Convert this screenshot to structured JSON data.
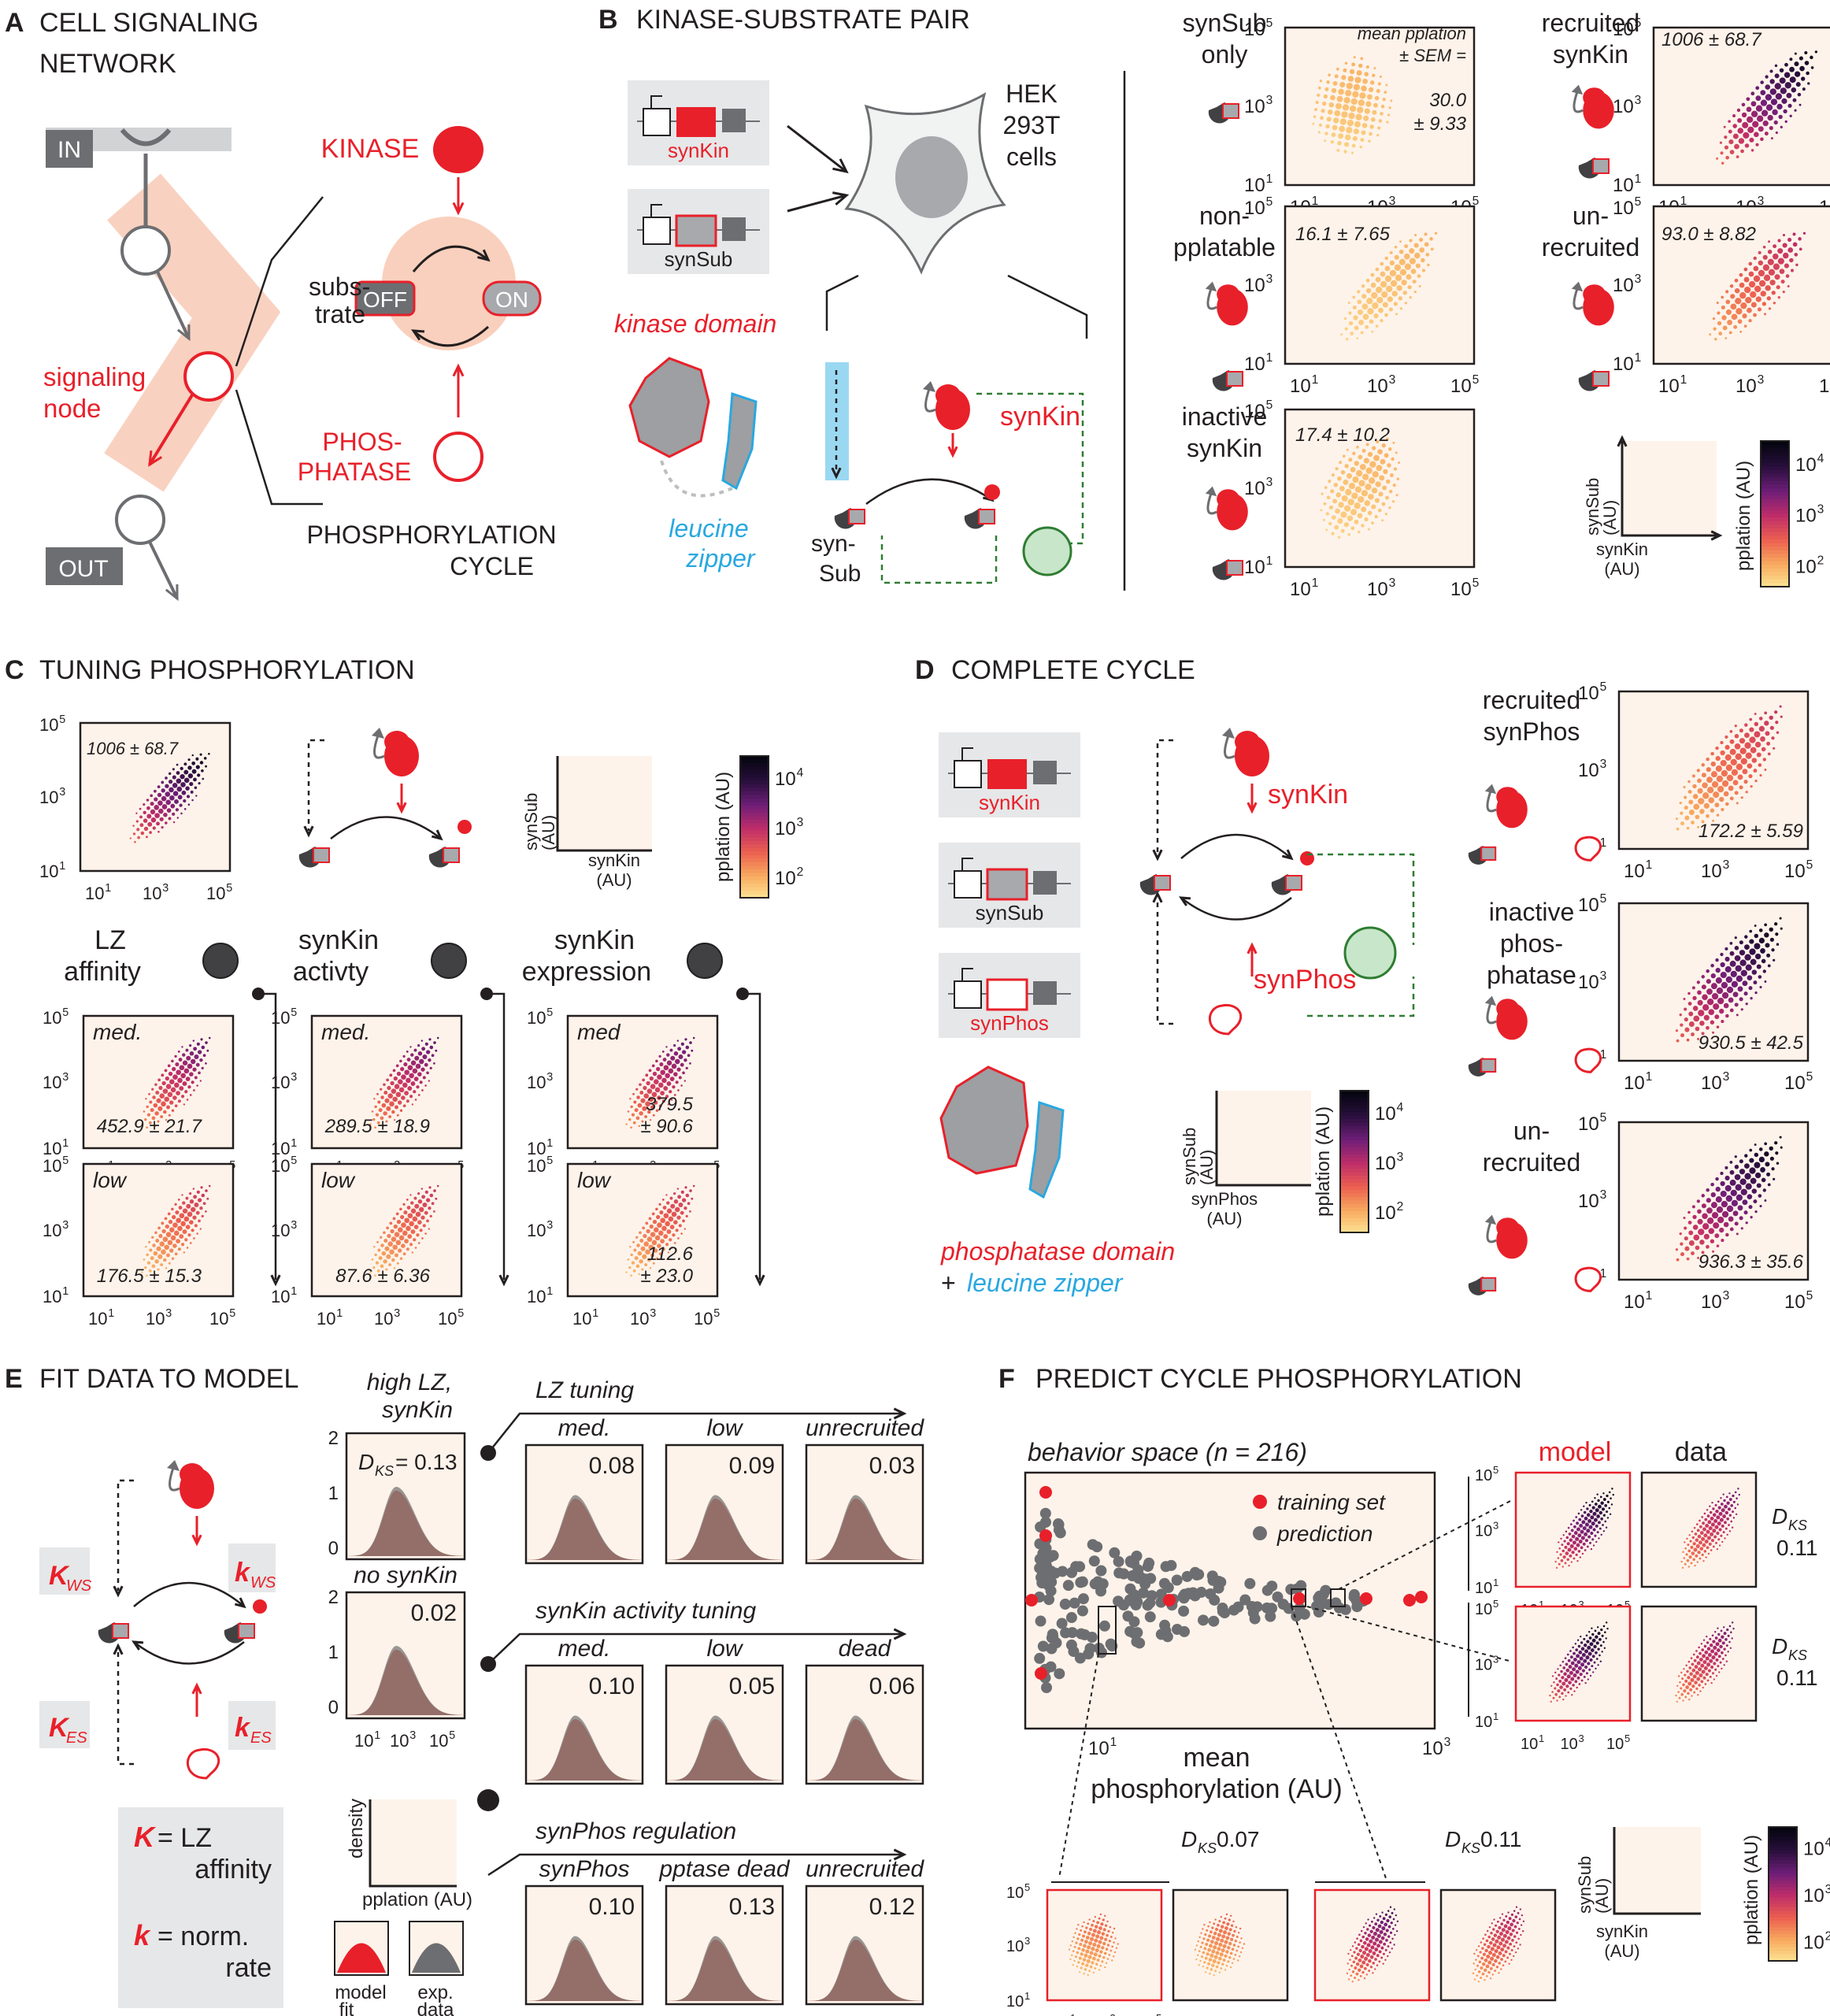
{
  "colors": {
    "red": "#e8202a",
    "gray": "#6d6e71",
    "dark": "#414042",
    "blue": "#29a8e0",
    "green": "#2e7d32",
    "panel": "#fdf3ea",
    "salmon": "#f9d5c3"
  },
  "colorbar": {
    "label": "pplation (AU)",
    "ticks": [
      "10",
      "10",
      "10"
    ],
    "tick_exp": [
      "4",
      "3",
      "2"
    ]
  },
  "axes_common": {
    "tick_base": "10",
    "tick_exp_lo": "1",
    "tick_exp_mid": "3",
    "tick_exp_hi": "5"
  },
  "A": {
    "letter": "A",
    "title1": "CELL SIGNALING",
    "title2": "NETWORK",
    "in": "IN",
    "out": "OUT",
    "node1": "signaling",
    "node2": "node",
    "kinase": "KINASE",
    "sub1": "subs-",
    "sub2": "trate",
    "off": "OFF",
    "on": "ON",
    "phos1": "PHOS-",
    "phos2": "PHATASE",
    "cyc1": "PHOSPHORYLATION",
    "cyc2": "CYCLE"
  },
  "B": {
    "letter": "B",
    "title": "KINASE-SUBSTRATE PAIR",
    "synkin": "synKin",
    "synsub": "synSub",
    "cells1": "HEK",
    "cells2": "293T",
    "cells3": "cells",
    "kinase_domain": "kinase domain",
    "lz1": "leucine",
    "lz2": "zipper",
    "synkin_lbl": "synKin",
    "syn1": "syn-",
    "syn2": "Sub",
    "plots": [
      {
        "label1": "synSub",
        "label2": "only",
        "stat": "30.0",
        "stat2": "± 9.33",
        "note1": "mean pplation",
        "note2": "± SEM ="
      },
      {
        "label1": "recruited",
        "label2": "synKin",
        "stat": "1006 ± 68.7"
      },
      {
        "label1": "non-",
        "label2": "pplatable",
        "stat": "16.1 ± 7.65"
      },
      {
        "label1": "un-",
        "label2": "recruited",
        "stat": "93.0 ± 8.82"
      },
      {
        "label1": "inactive",
        "label2": "synKin",
        "stat": "17.4 ± 10.2"
      }
    ],
    "key_y": "synSub",
    "key_y2": "(AU)",
    "key_x": "synKin",
    "key_x2": "(AU)"
  },
  "C": {
    "letter": "C",
    "title": "TUNING PHOSPHORYLATION",
    "top_stat": "1006 ± 68.7",
    "key_y": "synSub",
    "key_y2": "(AU)",
    "key_x": "synKin",
    "key_x2": "(AU)",
    "cols": [
      {
        "h1": "LZ",
        "h2": "affinity",
        "p1": "med.",
        "s1": "452.9 ± 21.7",
        "p2": "low",
        "s2": "176.5 ± 15.3"
      },
      {
        "h1": "synKin",
        "h2": "activty",
        "p1": "med.",
        "s1": "289.5 ± 18.9",
        "p2": "low",
        "s2": "87.6 ± 6.36"
      },
      {
        "h1": "synKin",
        "h2": "expression",
        "p1": "med",
        "s1": "379.5",
        "s1b": "± 90.6",
        "p2": "low",
        "s2": "112.6",
        "s2b": "± 23.0"
      }
    ]
  },
  "D": {
    "letter": "D",
    "title": "COMPLETE CYCLE",
    "synkin": "synKin",
    "synsub": "synSub",
    "synphos": "synPhos",
    "synkin_lbl": "synKin",
    "synphos_lbl": "synPhos",
    "pd1": "phosphatase domain",
    "pd2": "+ ",
    "pd3": "leucine zipper",
    "key_y": "synSub",
    "key_y2": "(AU)",
    "key_x": "synPhos",
    "key_x2": "(AU)",
    "plots": [
      {
        "l1": "recruited",
        "l2": "synPhos",
        "l3": "",
        "stat": "172.2 ± 5.59"
      },
      {
        "l1": "inactive",
        "l2": "phos-",
        "l3": "phatase",
        "stat": "930.5 ± 42.5"
      },
      {
        "l1": "un-",
        "l2": "recruited",
        "l3": "",
        "stat": "936.3 ± 35.6"
      }
    ]
  },
  "E": {
    "letter": "E",
    "title": "FIT DATA TO MODEL",
    "kws": "K",
    "kws_sub": "WS",
    "kes": "K",
    "kes_sub": "ES",
    "kt": "k",
    "kt_ws": "WS",
    "kt_es": "ES",
    "leg1": "= LZ",
    "leg2": "affinity",
    "leg3": "= norm.",
    "leg4": "rate",
    "hi1": "high LZ,",
    "hi2": "synKin",
    "dks": "D",
    "dks_sub": "KS",
    "dks_val": "= 0.13",
    "no": "no synKin",
    "no_val": "0.02",
    "ylab": "density",
    "xlab": "pplation (AU)",
    "fit1": "model",
    "fit2": "fit",
    "exp1": "exp.",
    "exp2": "data",
    "y_ticks": [
      "2",
      "1",
      "0"
    ],
    "groups": [
      {
        "title": "LZ tuning",
        "items": [
          {
            "n": "med.",
            "v": "0.08"
          },
          {
            "n": "low",
            "v": "0.09"
          },
          {
            "n": "unrecruited",
            "v": "0.03"
          }
        ]
      },
      {
        "title": "synKin activity tuning",
        "items": [
          {
            "n": "med.",
            "v": "0.10"
          },
          {
            "n": "low",
            "v": "0.05"
          },
          {
            "n": "dead",
            "v": "0.06"
          }
        ]
      },
      {
        "title": "synPhos regulation",
        "items": [
          {
            "n": "synPhos",
            "v": "0.10"
          },
          {
            "n": "pptase dead",
            "v": "0.13"
          },
          {
            "n": "unrecruited",
            "v": "0.12"
          }
        ]
      }
    ]
  },
  "F": {
    "letter": "F",
    "title": "PREDICT CYCLE PHOSPHORYLATION",
    "space": "behavior space (n = 216)",
    "train": "training set",
    "pred": "prediction",
    "xl1": "mean",
    "xl2": "phosphorylation (AU)",
    "model": "model",
    "data": "data",
    "d1": "0.11",
    "d2": "0.11",
    "d3": "0.07",
    "d4": "0.11",
    "key_y": "synSub",
    "key_y2": "(AU)",
    "key_x": "synKin",
    "key_x2": "(AU)"
  }
}
